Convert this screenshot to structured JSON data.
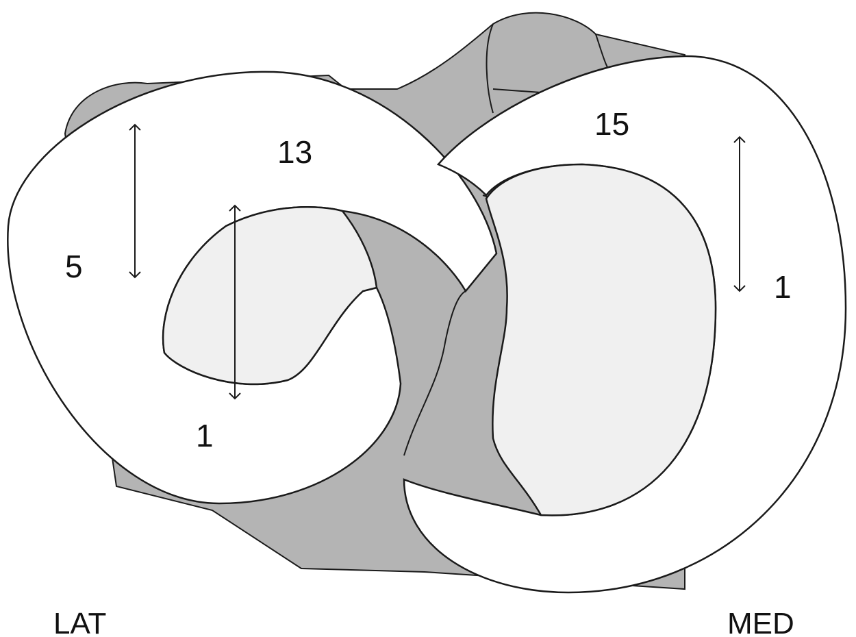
{
  "diagram": {
    "colors": {
      "plateau": "#b4b4b4",
      "meniscus": "#ffffff",
      "inner": "#f0f0f0",
      "stroke": "#1a1a1a"
    },
    "lateral_meniscus": {
      "labels": {
        "anterior": "13",
        "body": "5",
        "posterior": "1"
      }
    },
    "medial_meniscus": {
      "labels": {
        "anterior": "15",
        "body": "1"
      }
    },
    "side_labels": {
      "left": "LAT",
      "right": "MED"
    }
  }
}
